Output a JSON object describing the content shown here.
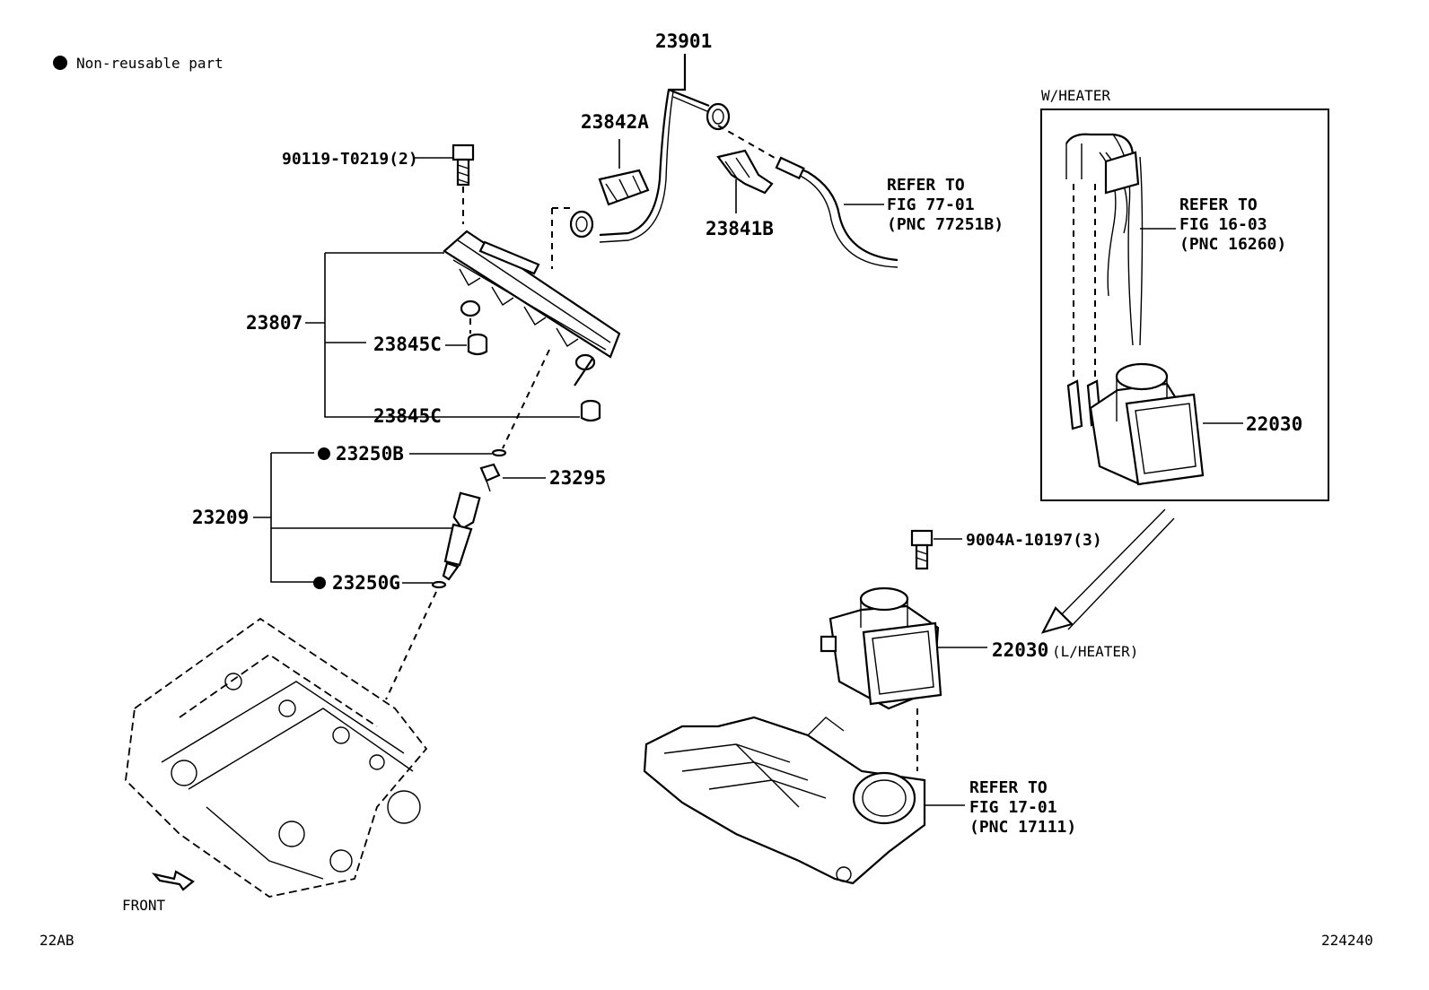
{
  "legend": {
    "text": "Non-reusable part"
  },
  "parts": {
    "p23901": "23901",
    "p23842A": "23842A",
    "p90119": "90119-T0219(2)",
    "p23841B": "23841B",
    "p23807": "23807",
    "p23845C_upper": "23845C",
    "p23845C_lower": "23845C",
    "p23250B": "23250B",
    "p23295": "23295",
    "p23209": "23209",
    "p23250G": "23250G",
    "p9004A": "9004A-10197(3)",
    "p22030_heater": "22030",
    "p22030_lheater": "22030",
    "p22030_lheater_suffix": "(L/HEATER)"
  },
  "refs": {
    "fig77": {
      "line1": "REFER TO",
      "line2": "FIG 77-01",
      "line3": "(PNC 77251B)"
    },
    "fig16": {
      "line1": "REFER TO",
      "line2": "FIG 16-03",
      "line3": "(PNC 16260)"
    },
    "fig17": {
      "line1": "REFER TO",
      "line2": "FIG 17-01",
      "line3": "(PNC 17111)"
    }
  },
  "heater_box": {
    "title": "W/HEATER"
  },
  "front_label": "FRONT",
  "footer": {
    "left_code": "22AB",
    "right_code": "224240"
  }
}
